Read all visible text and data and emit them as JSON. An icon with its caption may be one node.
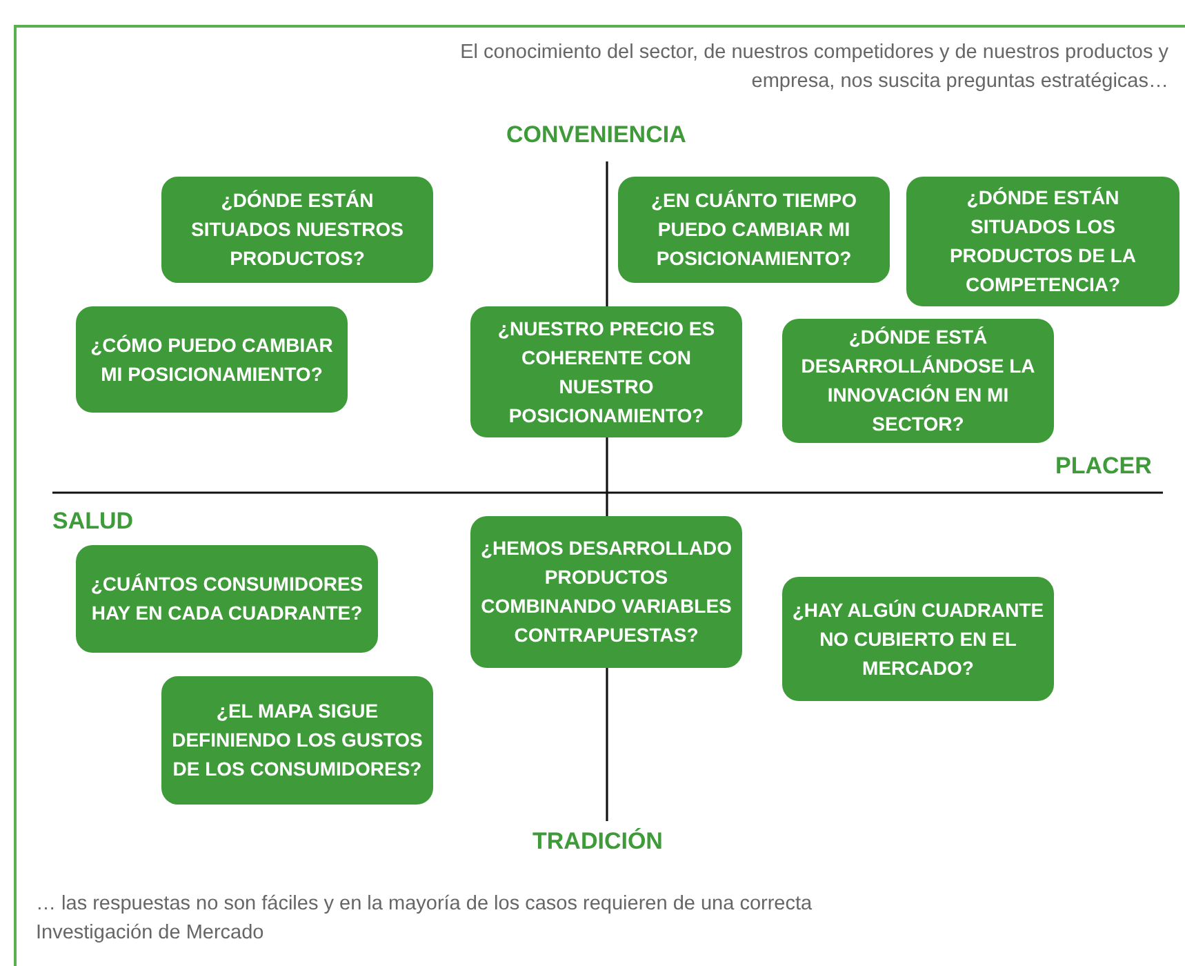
{
  "diagram": {
    "title": "El conocimiento del sector, de nuestros competidores y de nuestros productos y empresa, nos suscita preguntas estratégicas…",
    "caption": "… las respuestas no son fáciles y en la mayoría de los casos requieren de una correcta Investigación de Mercado",
    "nodes": [
      {
        "text": [
          "¿DÓNDE ESTÁN SITUADOS NUESTROS PRODUCTOS?"
        ]
      },
      {
        "text": [
          "¿EN CUÁNTO TIEMPO PUEDO CAMBIAR MI POSICIONAMIENTO?"
        ]
      },
      {
        "text": [
          "¿DÓNDE ESTÁN SITUADOS LOS PRODUCTOS DE LA COMPETENCIA?"
        ]
      },
      {
        "text": [
          "¿CÓMO PUEDO CAMBIAR MI POSICIONAMIENTO?"
        ]
      },
      {
        "text": [
          "¿NUESTRO PRECIO ES COHERENTE CON NUESTRO POSICIONAMIENTO?"
        ]
      },
      {
        "text": [
          "¿DÓNDE ESTÁ DESARROLLÁNDOSE LA INNOVACIÓN EN MI SECTOR?"
        ]
      },
      {
        "text": [
          "¿CUÁNTOS CONSUMIDORES HAY EN CADA CUADRANTE?"
        ]
      },
      {
        "text": [
          "¿HEMOS DESARROLLADO PRODUCTOS COMBINANDO VARIABLES CONTRAPUESTAS?"
        ]
      },
      {
        "text": [
          "¿HAY ALGÚN CUADRANTE NO CUBIERTO EN EL MERCADO?"
        ]
      },
      {
        "text": [
          "¿EL MAPA SIGUE DEFINIENDO LOS GUSTOS DE LOS CONSUMIDORES?"
        ]
      }
    ],
    "labels": [
      "CONVENIENCIA",
      "PLACER",
      "SALUD",
      "TRADICIÓN"
    ]
  }
}
